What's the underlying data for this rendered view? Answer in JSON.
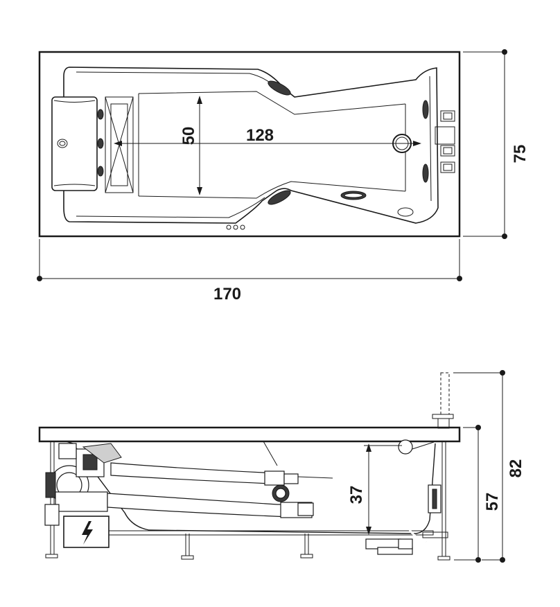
{
  "top_view": {
    "dim_length": "170",
    "dim_width": "75",
    "dim_inner_length": "128",
    "dim_inner_width": "50"
  },
  "side_view": {
    "dim_height_rim": "57",
    "dim_height_total": "82",
    "dim_depth": "37"
  },
  "colors": {
    "line": "#1a1a1a",
    "background": "#ffffff"
  }
}
